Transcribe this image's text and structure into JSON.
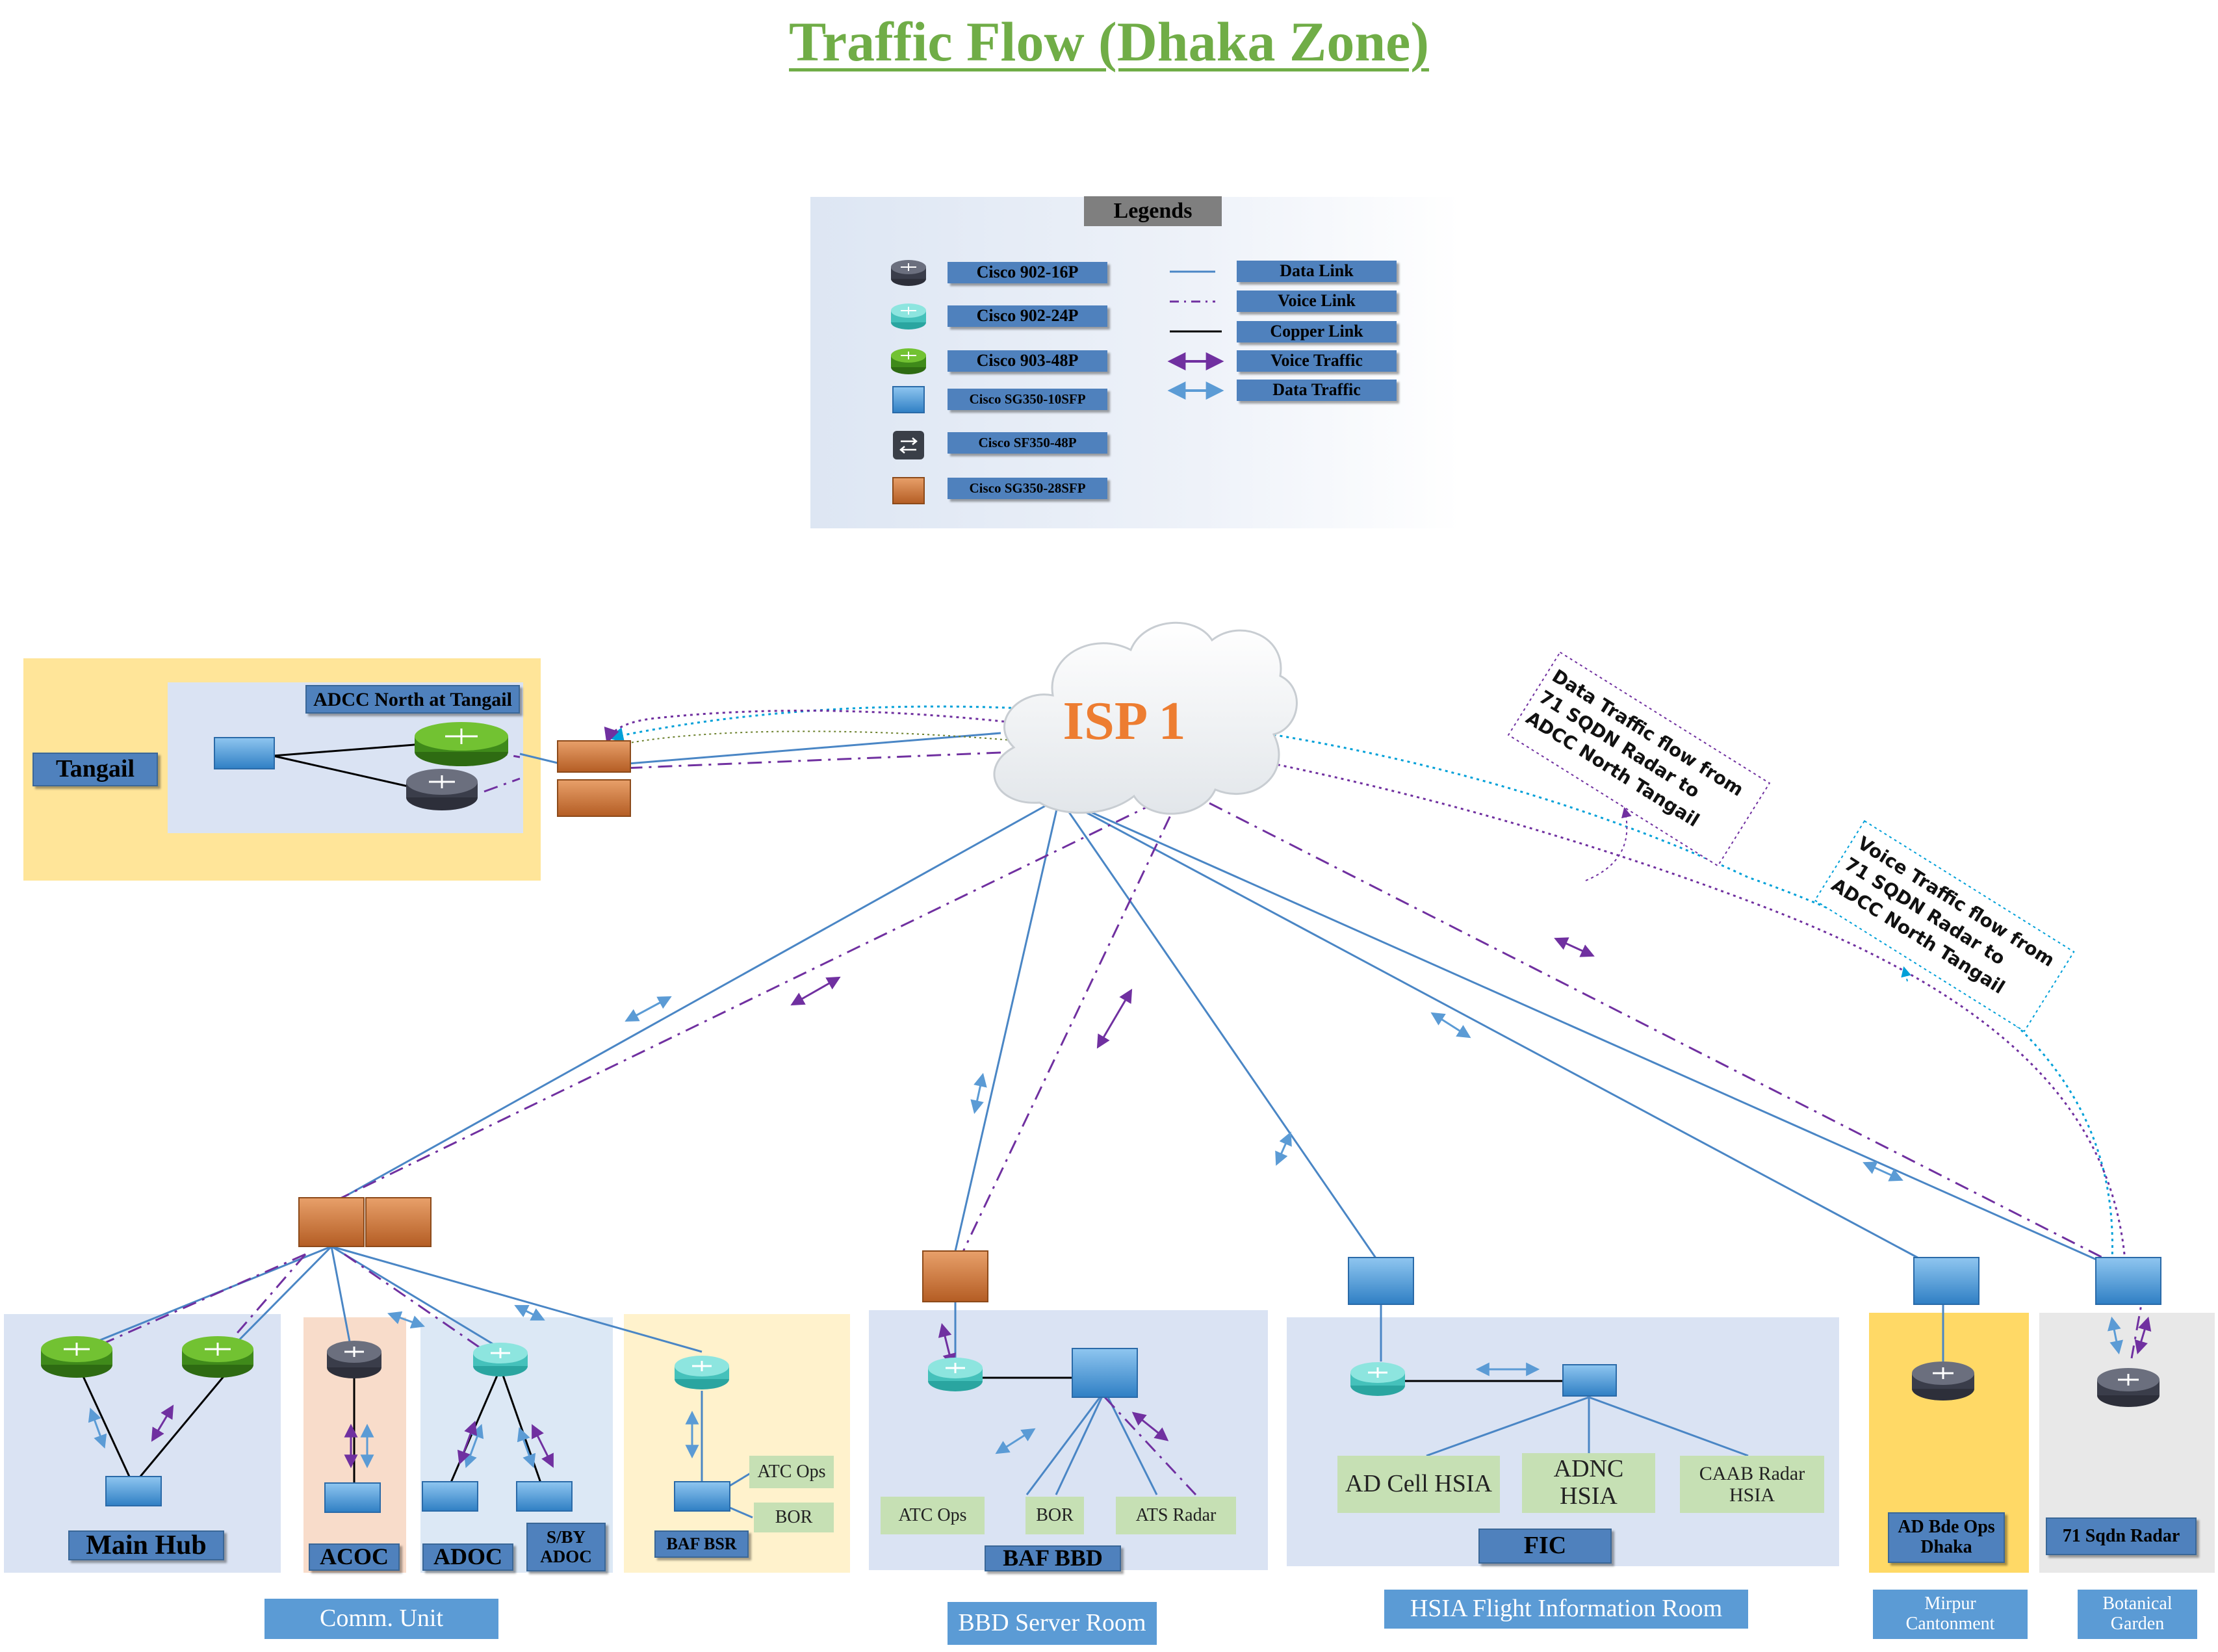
{
  "title": "Traffic Flow (Dhaka Zone)",
  "legend": {
    "heading": "Legends",
    "devices": [
      {
        "label": "Cisco 902-16P",
        "icon": "router-dark-icon"
      },
      {
        "label": "Cisco 902-24P",
        "icon": "router-teal-icon"
      },
      {
        "label": "Cisco 903-48P",
        "icon": "router-green-icon"
      },
      {
        "label": "Cisco SG350-10SFP",
        "icon": "switch-blue-icon"
      },
      {
        "label": "Cisco SF350-48P",
        "icon": "switch-gray-icon"
      },
      {
        "label": "Cisco SG350-28SFP",
        "icon": "switch-orange-icon"
      }
    ],
    "links": [
      {
        "label": "Data Link"
      },
      {
        "label": "Voice Link"
      },
      {
        "label": "Copper Link"
      },
      {
        "label": "Voice Traffic"
      },
      {
        "label": "Data Traffic"
      }
    ]
  },
  "cloud": {
    "label": "ISP 1"
  },
  "notes": {
    "data_flow": "Data Traffic flow from 71 SQDN Radar to ADCC North Tangail",
    "voice_flow": "Voice Traffic flow from 71 SQDN Radar to ADCC North Tangail"
  },
  "sites": {
    "tangail": {
      "zone": "Tangail",
      "room": "ADCC North at Tangail"
    },
    "comm_unit": {
      "caption": "Comm. Unit",
      "main_hub": "Main Hub",
      "acoc": "ACOC",
      "adoc": "ADOC",
      "sby_adoc": "S/BY ADOC",
      "baf_bsr": "BAF BSR",
      "atc_ops": "ATC Ops",
      "bor": "BOR"
    },
    "bbd": {
      "caption": "BBD Server Room",
      "zone": "BAF BBD",
      "atc_ops": "ATC Ops",
      "bor": "BOR",
      "ats_radar": "ATS Radar"
    },
    "hsia": {
      "caption": "HSIA Flight Information Room",
      "zone": "FIC",
      "ad_cell": "AD Cell HSIA",
      "adnc": "ADNC HSIA",
      "caab": "CAAB Radar HSIA"
    },
    "mirpur": {
      "caption": "Mirpur Cantonment",
      "zone": "AD Bde Ops Dhaka"
    },
    "botanical": {
      "caption": "Botanical Garden",
      "zone": "71 Sqdn Radar"
    }
  },
  "colors": {
    "title": "#70ad47",
    "data_link": "#4a86c5",
    "voice_link": "#7030a0",
    "copper_link": "#000000",
    "isp_text": "#ed7d31",
    "data_flow_dotted": "#00a0d8",
    "voice_flow_dotted": "#7030a0"
  }
}
